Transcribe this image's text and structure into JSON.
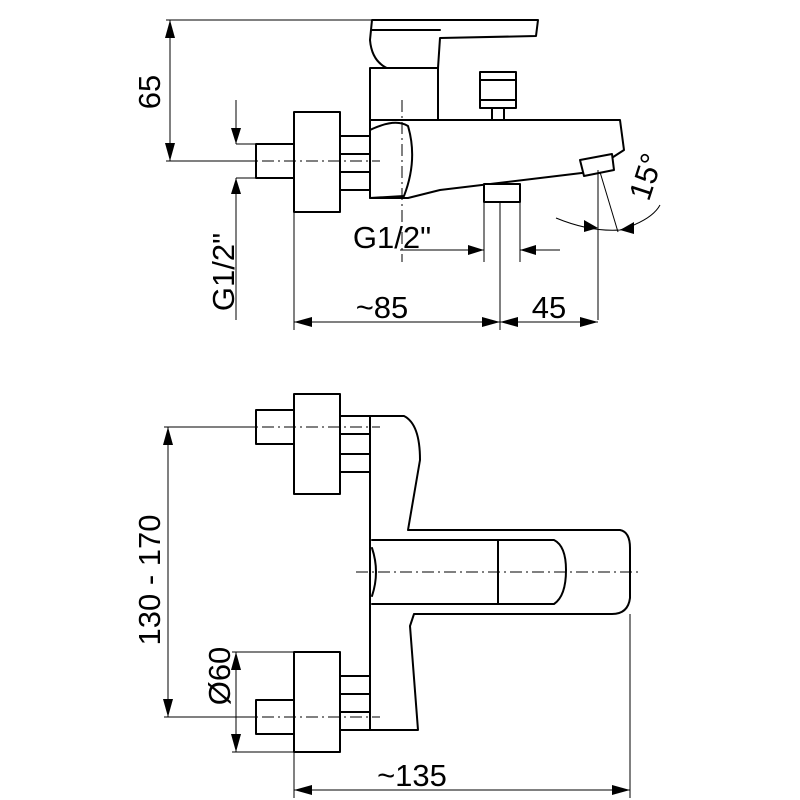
{
  "dimensions": {
    "height_top": "65",
    "thread_vertical": "G1/2\"",
    "thread_bottom": "G1/2\"",
    "spout_angle": "15°",
    "width_top": "~85",
    "spout_reach": "45",
    "center_distance": "130 - 170",
    "flange_diameter": "Ø60",
    "width_plan": "~135"
  }
}
